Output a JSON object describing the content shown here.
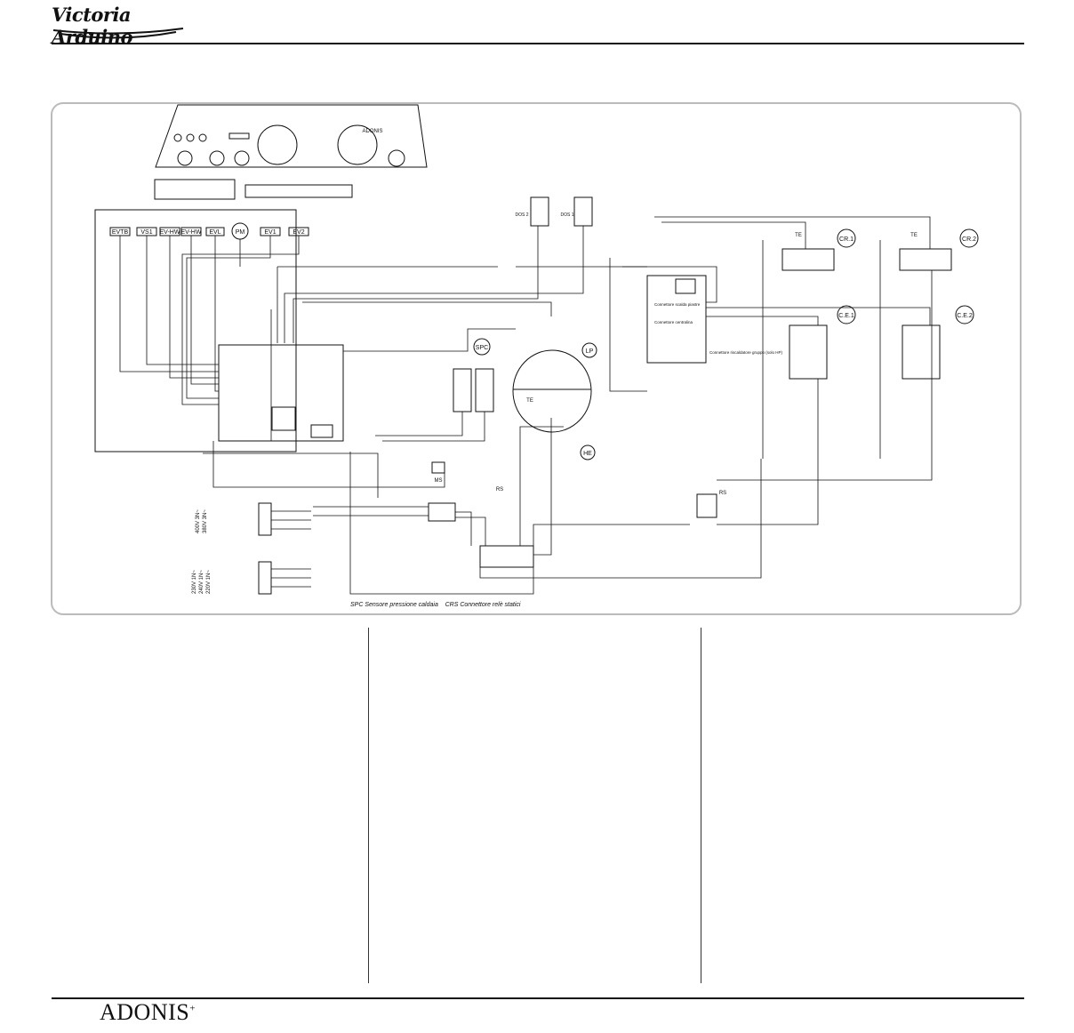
{
  "header": {
    "brand_logo_text": "Victoria Arduino"
  },
  "footer": {
    "product_name": "ADONIS",
    "product_suffix": "+"
  },
  "diagram": {
    "labels": {
      "ev1": "EV1",
      "ev2": "EV2",
      "evl": "EVL",
      "evhw1": "EV-HW",
      "evhw2": "EV-HW",
      "evtb": "EVTB",
      "vs1": "VS1",
      "pm": "PM",
      "cr1": "CR.1",
      "cr2": "CR.2",
      "ce1": "C.E.1",
      "ce2": "C.E.2",
      "spc": "SPC",
      "lp": "LP",
      "he": "HE",
      "te": "TE",
      "rs": "RS",
      "ms": "MS",
      "adonis_panel": "ADONIS",
      "dos1": "DOS 1",
      "dos2": "DOS 2"
    },
    "notes": {
      "legend": "SPC Sensore pressione caldaia    CRS Connettore relè statici",
      "connector_upper": "Connettore scalda piastre",
      "connector_middle": "Connettore centralina",
      "connector_lower": "Connettore riscaldatore gruppo (solo HP)"
    },
    "power_supply": {
      "three_phase": [
        "400V 3N~",
        "380V 3N~"
      ],
      "single_phase": [
        "230V 1N~",
        "240V 1N~",
        "220V 1N~"
      ]
    }
  }
}
